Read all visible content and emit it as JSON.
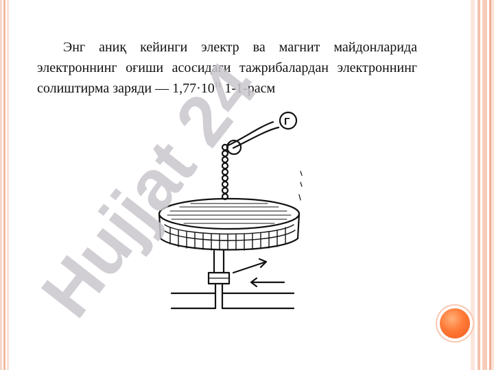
{
  "paragraph": {
    "before_exponent": "Энг аниқ кейинги электр ва магнит майдонларида электроннинг оғиши асосидаги тажрибалардан электроннинг солиштирма заряди — 1,77·10",
    "exponent": "11",
    "after_exponent": " 1-1-расм"
  },
  "figure": {
    "label": "Г"
  },
  "watermark": {
    "text": "Hujjat 24"
  },
  "colors": {
    "watermark": "#c9c6cc",
    "accent_orange": "#f26a24",
    "frame": "#f2b8a0"
  }
}
